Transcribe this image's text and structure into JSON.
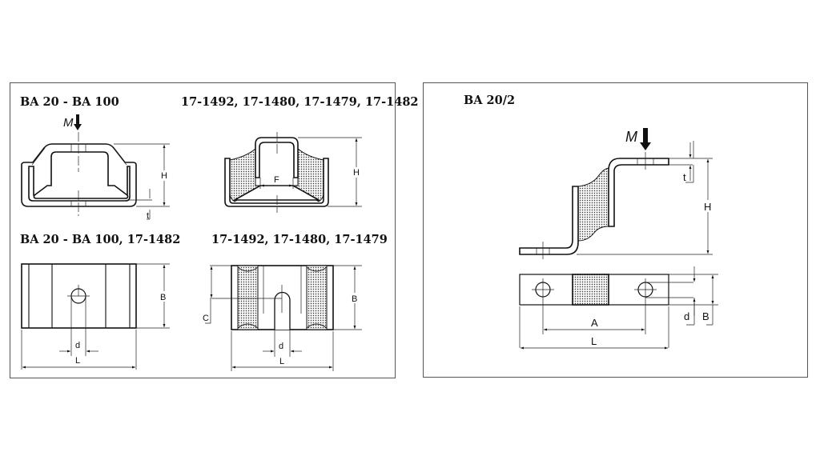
{
  "left_panel": {
    "titles": {
      "front_a": "BA 20 - BA 100",
      "front_b": "17-1492, 17-1480, 17-1479, 17-1482",
      "top_a": "BA 20 - BA 100, 17-1482",
      "top_b": "17-1492, 17-1480, 17-1479"
    },
    "labels": {
      "M": "M",
      "H": "H",
      "t": "t",
      "F": "F",
      "B": "B",
      "C": "C",
      "d": "d",
      "L": "L"
    }
  },
  "right_panel": {
    "title": "BA 20/2",
    "labels": {
      "M": "M",
      "t": "t",
      "H": "H",
      "d": "d",
      "B": "B",
      "A": "A",
      "L": "L"
    }
  },
  "colors": {
    "line": "#111111",
    "frame": "#555555"
  }
}
